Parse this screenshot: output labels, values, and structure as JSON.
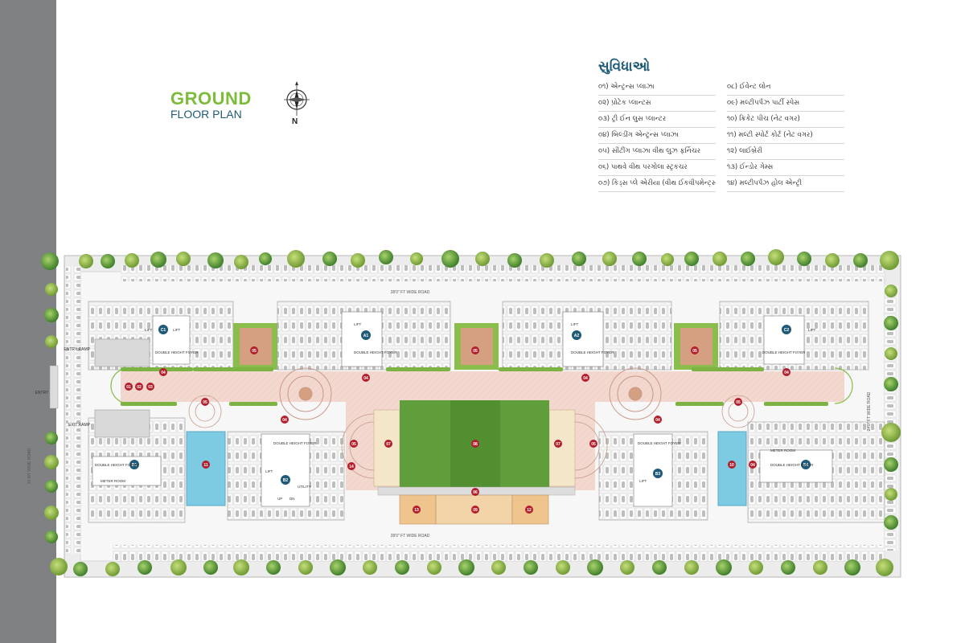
{
  "title": {
    "line1": "GROUND",
    "line2": "FLOOR PLAN"
  },
  "compass": {
    "north_label": "N"
  },
  "legend": {
    "heading": "સુવિધાઓ",
    "col1": [
      "૦૧) એન્ટ્રન્સ પ્લાઝા",
      "૦૨) પ્રોટેક પ્લાન્ટસ",
      "૦૩) ટ્રી ઈન લુસ પ્લાન્ટર",
      "૦૪) બિલ્ડીંગ એન્ટ્રન્સ પ્લાઝા",
      "૦૫) સીટીંગ પ્લાઝા વીથ લુઝ ફર્નિચર",
      "૦૬) પાથવે વીથ પરગોલા સ્ટ્રકચર",
      "૦૭) કિડ્સ પ્લે એરીયા (વીથ ઈકવીપમેન્ટ્સ)"
    ],
    "col2": [
      "૦૮) ઈવેન્ટ લોન",
      "૦૯) મલ્ટીપર્પઝ પાર્ટી સ્પેસ",
      "૧૦) ક્રિકેટ પીચ (નેટ વગર)",
      "૧૧) મલ્ટી સ્પોર્ટ કોર્ટ (નેટ વગર)",
      "૧૨) લાઈબ્રેરી",
      "૧૩) ઈન્ડોર ગેમ્સ",
      "૧૪) મલ્ટીપર્પઝ હોલ એન્ટ્રી"
    ]
  },
  "plan": {
    "road_top": "28'0\" FT WIDE ROAD",
    "road_bottom": "28'0\" FT WIDE ROAD",
    "road_right": "24'0\" FT WIDE ROAD",
    "road_left": "30 MT WIDE ROAD",
    "entry": "ENTRY",
    "entry_ramp": "ENTRY RAMP",
    "exit_ramp": "EXIT RAMP",
    "blocks": {
      "a1": "A1",
      "a2": "A2",
      "b1": "B1",
      "b2": "B2",
      "b3": "B3",
      "b4": "B4",
      "c1": "C1",
      "c2": "C2"
    },
    "labels": {
      "lift": "LIFT",
      "meter_room": "METER ROOM",
      "double_height_foyer": "DOUBLE HEIGHT FOYER",
      "utility": "UTILITY",
      "up": "UP",
      "dn": "DN"
    },
    "markers": [
      "01",
      "02",
      "03",
      "04",
      "05",
      "06",
      "07",
      "08",
      "09",
      "10",
      "11",
      "12",
      "13",
      "14"
    ]
  },
  "colors": {
    "green_title": "#7dbb3b",
    "blue_title": "#1f5a78",
    "marker_red": "#b21e2b",
    "lawn": "#5f9e3a",
    "plaza": "#f3d8cf",
    "pool": "#7ccbe3"
  }
}
